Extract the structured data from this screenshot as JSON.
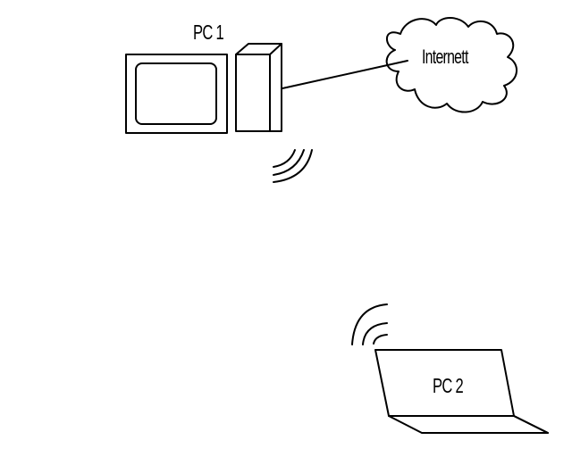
{
  "labels": {
    "pc1": "PC 1",
    "internet": "Internett",
    "pc2": "PC 2"
  },
  "icons": {
    "pc1_monitor": "monitor-icon",
    "pc1_tower": "tower-icon",
    "cloud": "cloud-icon",
    "pc1_wireless": "wifi-signal-icon",
    "pc2_laptop": "laptop-icon",
    "pc2_wireless": "wifi-signal-icon"
  },
  "colors": {
    "stroke": "#000000",
    "background": "#ffffff"
  }
}
